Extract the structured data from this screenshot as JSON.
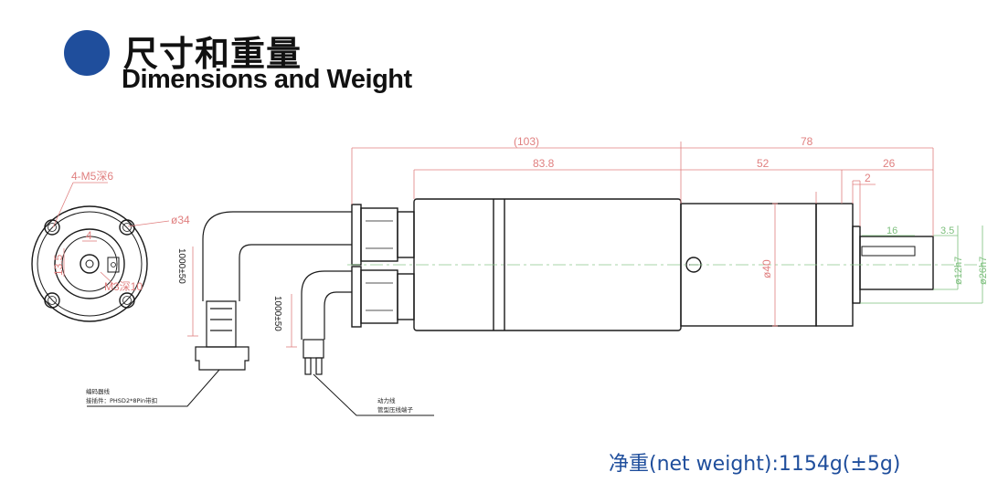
{
  "header": {
    "title_cn": "尺寸和重量",
    "title_en": "Dimensions and Weight",
    "accent_color": "#1f4e9c"
  },
  "drawing": {
    "dims": {
      "overall_body": "(103)",
      "body": "83.8",
      "gearbox_total": "78",
      "gearbox": "52",
      "shaft_section": "26",
      "flange_thickness": "2",
      "key_length": "16",
      "shaft_tip": "3.5",
      "body_diameter": "ø40",
      "shaft_diameter": "ø12h7",
      "pilot_diameter": "ø26h7",
      "bolt_circle": "ø34",
      "mount_holes": "4-M5深6",
      "center_hole": "M3深10",
      "key_width": "4",
      "key_height": "13.5",
      "encoder_cable_length": "1000±50",
      "power_cable_length": "1000±50"
    },
    "notes": {
      "encoder_line": "编码器线",
      "encoder_connector": "接插件：PHSD2*8Pin带扣",
      "power_line": "动力线",
      "power_terminal": "管型压线端子"
    }
  },
  "weight_text": "净重(net weight):1154g(±5g)"
}
